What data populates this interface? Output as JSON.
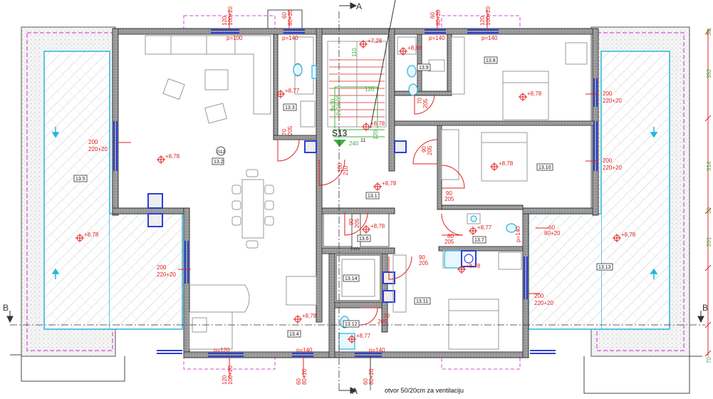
{
  "section_marks": {
    "a_top": "A",
    "a_bottom": "A",
    "b_left": "B",
    "b_right": "B"
  },
  "stair_tag": "S13",
  "room_tags": {
    "r13_2": "13.2",
    "r13_3": "13.3",
    "r13_4": "13.4",
    "r13_5": "13.5",
    "r13_6": "13.6",
    "r13_7": "13.7",
    "r13_8": "13.8",
    "r13_9": "13.9",
    "r13_10": "13.10",
    "r13_11": "13.11",
    "r13_12": "13.12",
    "r13_13": "13.13",
    "r13_14": "13.14",
    "r13_1": "13.1",
    "s12": "S12"
  },
  "levels": {
    "l878": "+8,78",
    "l877": "+8,77",
    "l728": "+7,28",
    "l866": "+8,66"
  },
  "dims_red": {
    "d200": "200",
    "d220": "220+20",
    "d60": "60",
    "d80": "80+20",
    "d120": "120",
    "d100": "100+20",
    "d70": "70",
    "d205": "205",
    "d90": "90",
    "d210": "210",
    "d100b": "100",
    "d80b": "80",
    "p100": "p=100",
    "p140": "p=140",
    "p120": "p=120"
  },
  "dims_green": {
    "g352": "352",
    "g314": "314",
    "g201": "201",
    "g110": "110",
    "g120": "120",
    "g240": "240",
    "g11": "11",
    "stair1": "9x30",
    "stair2": "9x16,66",
    "g70": "70",
    "g30": "30"
  },
  "notes": {
    "ventilation": "otvor 50/20cm  za ventilaciju",
    "ewv": "EWV"
  },
  "colors": {
    "wall": "#8a8a8a",
    "wall_dark": "#3a3a3a",
    "red": "#e0201f",
    "green": "#3fb23f",
    "cyan": "#25b6dd",
    "magenta": "#d24fd2",
    "blue": "#2b3fd8",
    "furniture": "#9a9a9a"
  }
}
